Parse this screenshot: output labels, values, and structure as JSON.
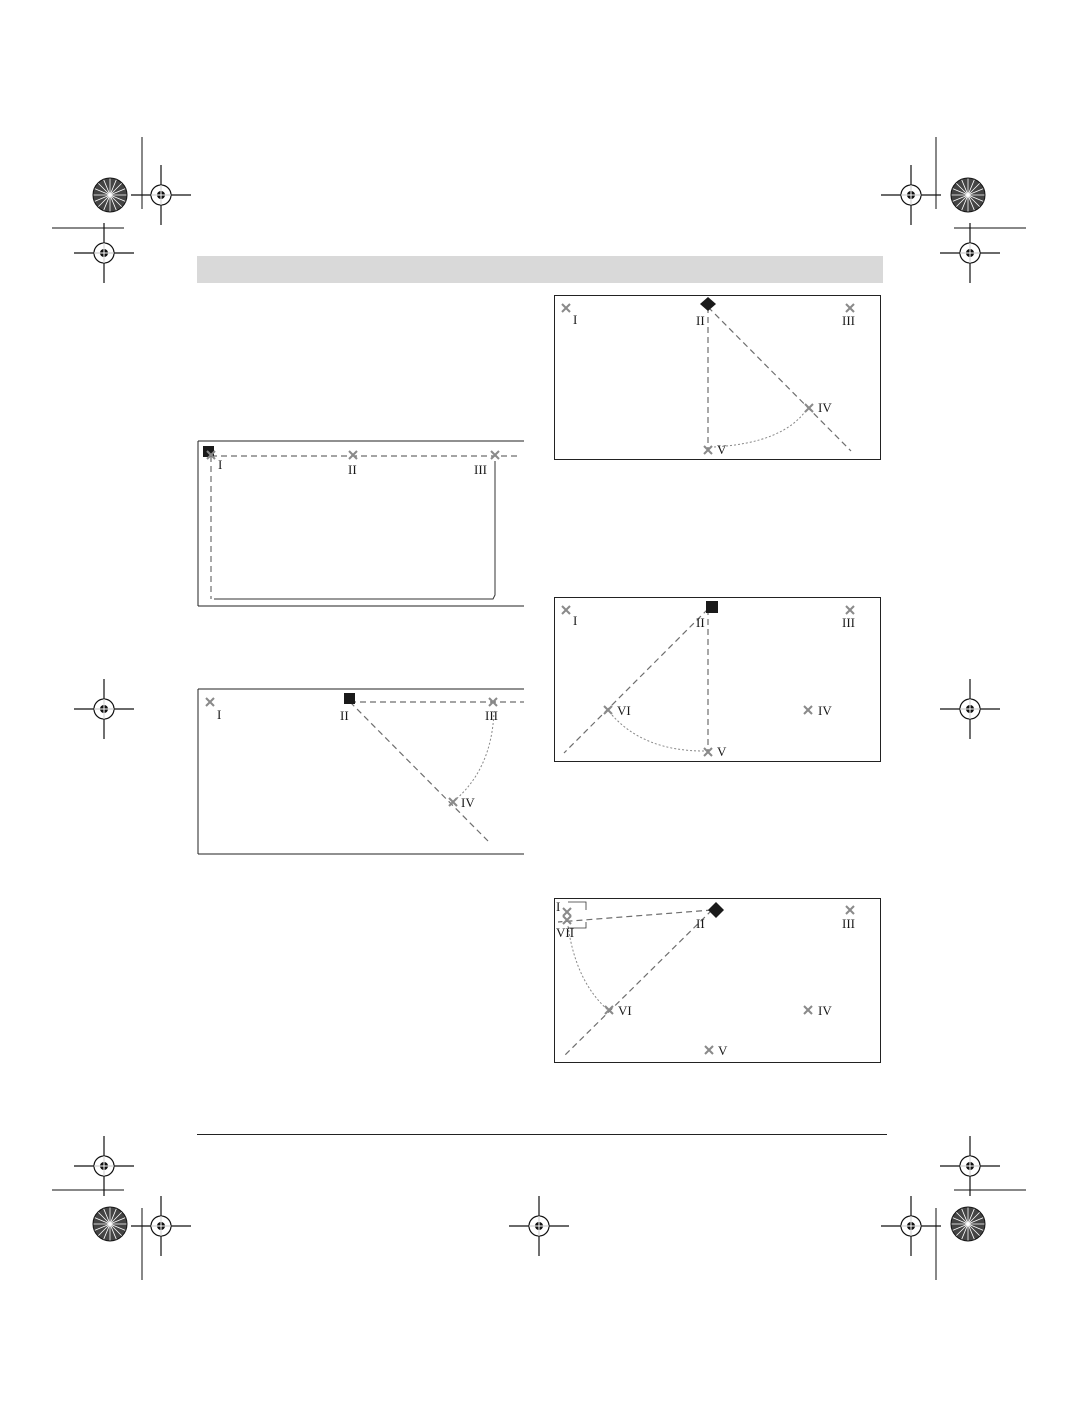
{
  "page": {
    "header_band_color": "#d9d9d9",
    "marker_color": "#8a8a8a",
    "line_color": "#6e6e6e"
  },
  "diagrams": [
    {
      "id": "fig1",
      "laser": "square",
      "labels": {
        "I": "I",
        "II": "II",
        "III": "III"
      }
    },
    {
      "id": "fig2",
      "laser": "square",
      "labels": {
        "I": "I",
        "II": "II",
        "III": "III",
        "IV": "IV"
      }
    },
    {
      "id": "fig3",
      "laser": "diamond",
      "labels": {
        "I": "I",
        "II": "II",
        "III": "III",
        "IV": "IV",
        "V": "V"
      }
    },
    {
      "id": "fig4",
      "laser": "square",
      "labels": {
        "I": "I",
        "II": "II",
        "III": "III",
        "IV": "IV",
        "V": "V",
        "VI": "VI"
      }
    },
    {
      "id": "fig5",
      "laser": "diamond",
      "labels": {
        "I": "I",
        "II": "II",
        "III": "III",
        "IV": "IV",
        "V": "V",
        "VI": "VI",
        "VII": "VII"
      }
    }
  ]
}
